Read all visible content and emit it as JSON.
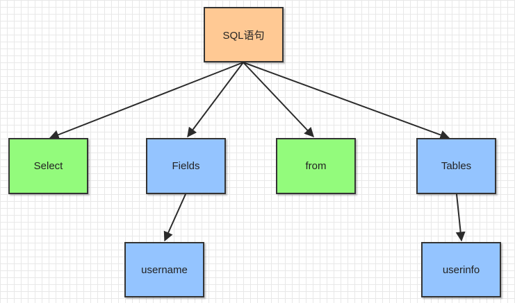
{
  "diagram": {
    "colors": {
      "root": "#ffc994",
      "green": "#93fb7c",
      "blue": "#94c4ff",
      "border": "#333333",
      "edge": "#2b2b2b"
    },
    "nodes": {
      "root": {
        "label": "SQL语句",
        "color": "root"
      },
      "select": {
        "label": "Select",
        "color": "green"
      },
      "fields": {
        "label": "Fields",
        "color": "blue"
      },
      "from": {
        "label": "from",
        "color": "green"
      },
      "tables": {
        "label": "Tables",
        "color": "blue"
      },
      "username": {
        "label": "username",
        "color": "blue"
      },
      "userinfo": {
        "label": "userinfo",
        "color": "blue"
      }
    },
    "edges": [
      {
        "from": "root",
        "to": "select"
      },
      {
        "from": "root",
        "to": "fields"
      },
      {
        "from": "root",
        "to": "from"
      },
      {
        "from": "root",
        "to": "tables"
      },
      {
        "from": "fields",
        "to": "username"
      },
      {
        "from": "tables",
        "to": "userinfo"
      }
    ]
  }
}
